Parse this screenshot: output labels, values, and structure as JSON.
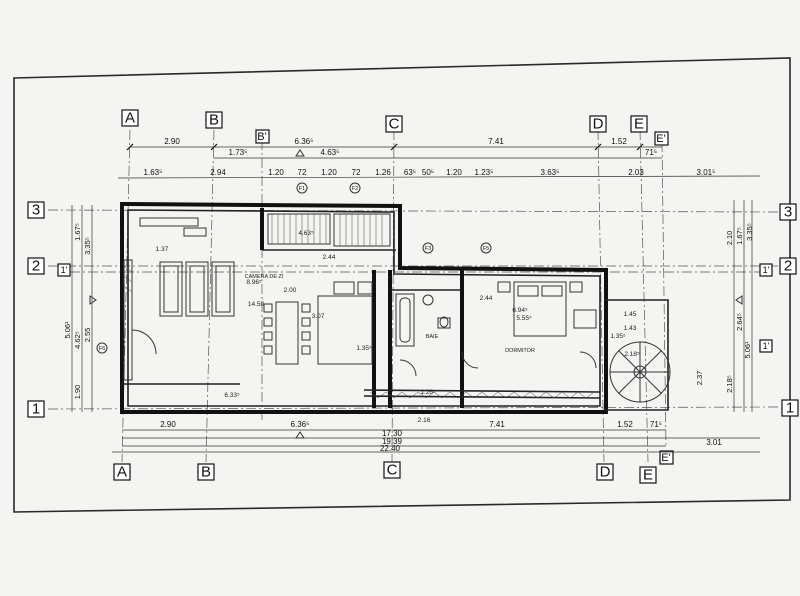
{
  "grid": {
    "columns": [
      "A",
      "B",
      "B'",
      "C",
      "D",
      "E",
      "E'"
    ],
    "rows": [
      "3",
      "2",
      "1'",
      "1"
    ]
  },
  "dims": {
    "top_row1": [
      "2.90",
      "6.36⁵",
      "7.41",
      "1.52"
    ],
    "top_row1_extra": [
      "1.73⁵",
      "4.63⁵",
      "71⁵"
    ],
    "top_row2": [
      "1.63⁵",
      "2.94",
      "1.20",
      "72",
      "1.20",
      "72",
      "1.26",
      "63⁵",
      "50⁵",
      "1.20",
      "1.23⁵",
      "3.63⁵",
      "2.03",
      "3.01⁵"
    ],
    "bottom_row1": [
      "2.90",
      "6.36⁵",
      "7.41",
      "1.52",
      "71⁵"
    ],
    "bottom_row2": [
      "17.30",
      "3.01"
    ],
    "bottom_row3": [
      "19.39"
    ],
    "bottom_row4": [
      "22.40"
    ],
    "left": [
      "5.06¹",
      "4.62⁵",
      "2.55",
      "1.90",
      "3.35⁵",
      "1.67⁵"
    ],
    "right": [
      "5.06¹",
      "2.10",
      "1.67⁵",
      "3.35⁵",
      "2.64⁵",
      "2.18⁵",
      "2.37"
    ],
    "interior": [
      "8.96⁵",
      "14.50",
      "6.33⁵",
      "4.63⁵",
      "2.44",
      "2.44",
      "6.94⁵",
      "3.07",
      "1.37",
      "2.00",
      "1.45",
      "1.35⁵",
      "1.43",
      "1.26⁵",
      "5.55⁵",
      "2.18⁵",
      "2.16",
      "1.35⁵"
    ]
  },
  "labels": {
    "windows": [
      "F1",
      "F2",
      "F3",
      "F5",
      "F6"
    ],
    "rooms": [
      "CAMERA DE ZI",
      "DORMITOR",
      "BAIE"
    ]
  }
}
